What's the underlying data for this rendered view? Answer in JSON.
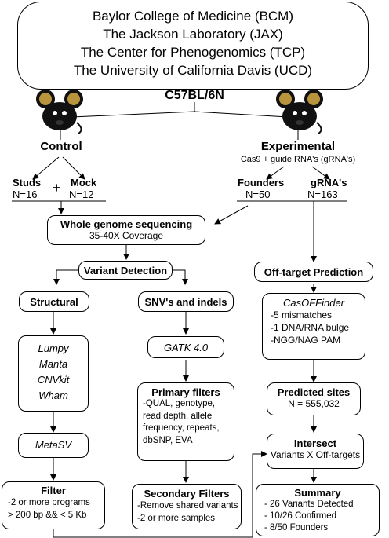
{
  "institutions": [
    "Baylor College of Medicine (BCM)",
    "The Jackson Laboratory (JAX)",
    "The Center for Phenogenomics (TCP)",
    "The University of California Davis (UCD)"
  ],
  "strain": "C57BL/6N",
  "control": {
    "title": "Control",
    "studs_label": "Studs",
    "studs_n": "N=16",
    "plus": "+",
    "mock_label": "Mock",
    "mock_n": "N=12"
  },
  "experimental": {
    "title": "Experimental",
    "subtitle": "Cas9 + guide RNA's (gRNA's)",
    "founders_label": "Founders",
    "founders_n": "N=50",
    "grna_label": "gRNA's",
    "grna_n": "N=163"
  },
  "wgs": {
    "title": "Whole genome sequencing",
    "sub": "35-40X Coverage"
  },
  "variant_detection": "Variant Detection",
  "structural": "Structural",
  "sv_tools": [
    "Lumpy",
    "Manta",
    "CNVkit",
    "Wham"
  ],
  "metasv": "MetaSV",
  "filter": {
    "title": "Filter",
    "lines": [
      "-2 or more programs",
      "> 200 bp && < 5 Kb"
    ]
  },
  "snv": "SNV's and indels",
  "gatk": "GATK 4.0",
  "primary": {
    "title": "Primary filters",
    "lines": [
      "-QUAL, genotype,",
      "read depth, allele",
      "frequency, repeats,",
      "dbSNP, EVA"
    ]
  },
  "secondary": {
    "title": "Secondary Filters",
    "lines": [
      "-Remove shared variants",
      "-2 or more samples"
    ]
  },
  "offtarget": "Off-target Prediction",
  "casoff": {
    "title": "CasOFFinder",
    "lines": [
      "-5 mismatches",
      "-1 DNA/RNA bulge",
      "-NGG/NAG PAM"
    ]
  },
  "predicted": {
    "title": "Predicted sites",
    "sub": "N = 555,032"
  },
  "intersect": {
    "title": "Intersect",
    "sub": "Variants X Off-targets"
  },
  "summary": {
    "title": "Summary",
    "lines": [
      "- 26 Variants Detected",
      "- 10/26 Confirmed",
      "- 8/50 Founders"
    ]
  }
}
